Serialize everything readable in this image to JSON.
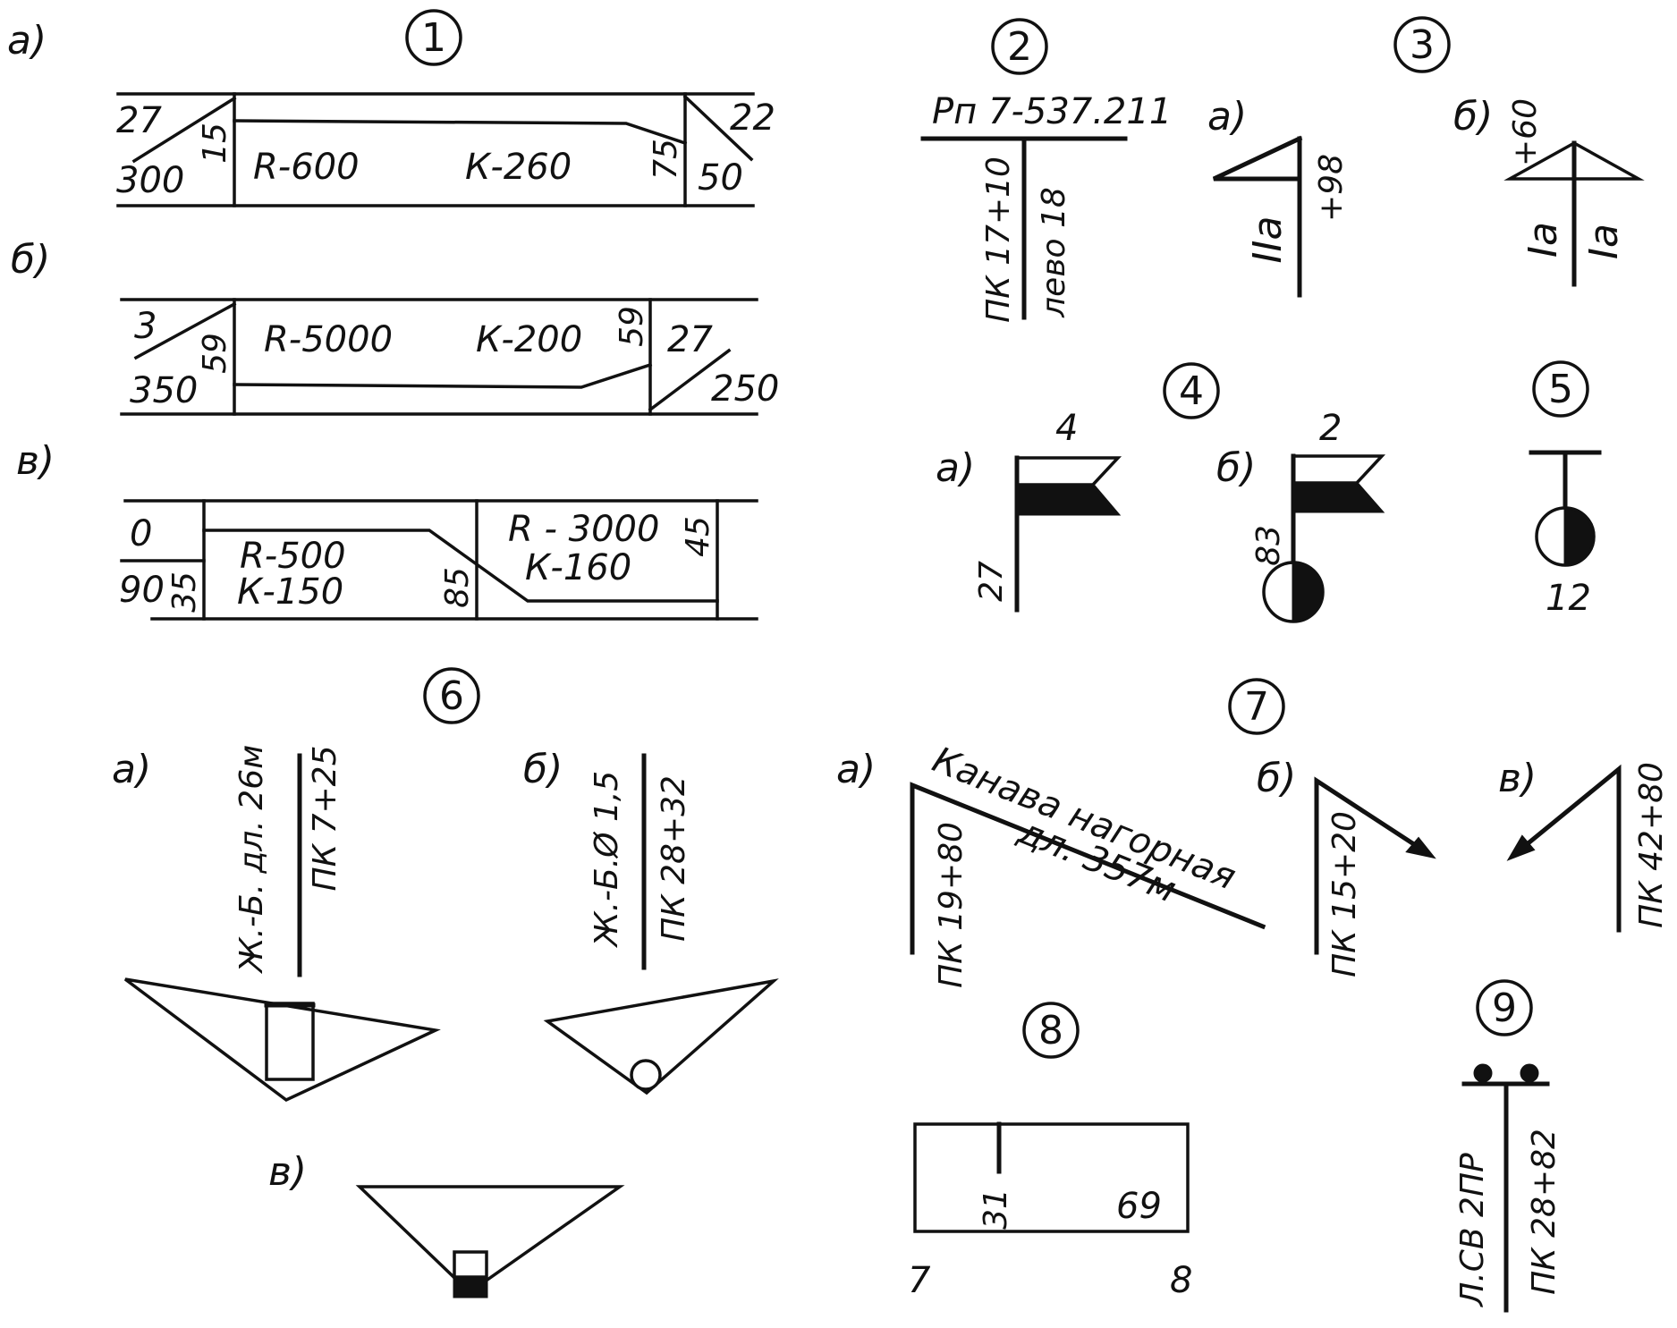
{
  "figures": {
    "f1": {
      "number": "1",
      "a": {
        "letter": "а)",
        "top_left": "27",
        "bottom_left": "300",
        "left_vertical": "15",
        "radius": "R-600",
        "tangent": "К-260",
        "right_vertical": "75",
        "top_right": "22",
        "bottom_right": "50"
      },
      "b": {
        "letter": "б)",
        "top_left": "3",
        "bottom_left": "350",
        "left_vertical": "59",
        "radius": "R-5000",
        "tangent": "К-200",
        "right_vertical": "59",
        "top_right": "27",
        "bottom_right": "250"
      },
      "v": {
        "letter": "в)",
        "top_left": "0",
        "bottom_left": "90",
        "left_vertical": "35",
        "radius1": "R-500",
        "tangent1": "К-150",
        "mid_vertical": "85",
        "radius2": "R - 3000",
        "tangent2": "К-160",
        "right_vertical": "45"
      }
    },
    "f2": {
      "number": "2",
      "benchmark": "Рп 7-537.211",
      "picket": "ПК 17+10",
      "side": "лево 18"
    },
    "f3": {
      "number": "3",
      "a": {
        "letter": "а)",
        "offset": "+98",
        "category": "IIа"
      },
      "b": {
        "letter": "б)",
        "offset": "+60",
        "left_category": "Iа",
        "right_category": "Iа"
      }
    },
    "f4": {
      "number": "4",
      "a": {
        "letter": "а)",
        "top": "4",
        "bottom": "27"
      },
      "b": {
        "letter": "б)",
        "top": "2",
        "side": "83"
      }
    },
    "f5": {
      "number": "5",
      "value": "12"
    },
    "f6": {
      "number": "6",
      "a": {
        "letter": "а)",
        "structure": "Ж.-Б. дл. 26м",
        "picket": "ПК 7+25"
      },
      "b": {
        "letter": "б)",
        "structure": "Ж.-Б.Ø 1,5",
        "picket": "ПК 28+32"
      },
      "v": {
        "letter": "в)"
      }
    },
    "f7": {
      "number": "7",
      "a": {
        "letter": "а)",
        "name": "Канава нагорная",
        "length": "дл. 357м",
        "picket": "ПК 19+80"
      },
      "b": {
        "letter": "б)",
        "picket": "ПК 15+20"
      },
      "v": {
        "letter": "в)",
        "picket": "ПК 42+80"
      }
    },
    "f8": {
      "number": "8",
      "left_value": "31",
      "right_value": "69",
      "left_point": "7",
      "right_point": "8"
    },
    "f9": {
      "number": "9",
      "line": "Л.СВ 2ПР",
      "picket": "ПК 28+82"
    }
  }
}
